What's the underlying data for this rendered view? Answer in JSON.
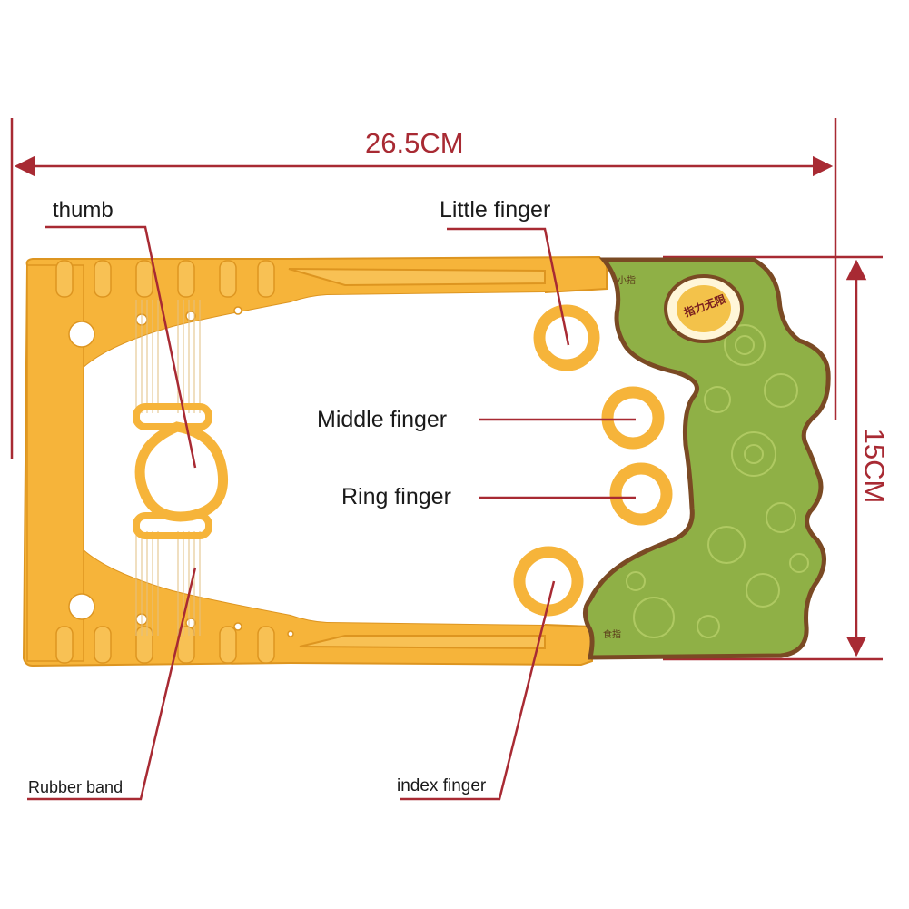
{
  "dimensions": {
    "width_label": "26.5CM",
    "height_label": "15CM"
  },
  "callouts": {
    "thumb": "thumb",
    "little": "Little finger",
    "middle": "Middle finger",
    "ring": "Ring finger",
    "rubber": "Rubber band",
    "index": "index finger"
  },
  "card": {
    "brand": "指力无限",
    "top_small": "小指",
    "bottom_small": "食指"
  },
  "colors": {
    "frame": "#f6b43a",
    "card": "#8fb046",
    "card_border": "#7a4a24",
    "dimension": "#a82a33",
    "band": "#e8c98f"
  }
}
